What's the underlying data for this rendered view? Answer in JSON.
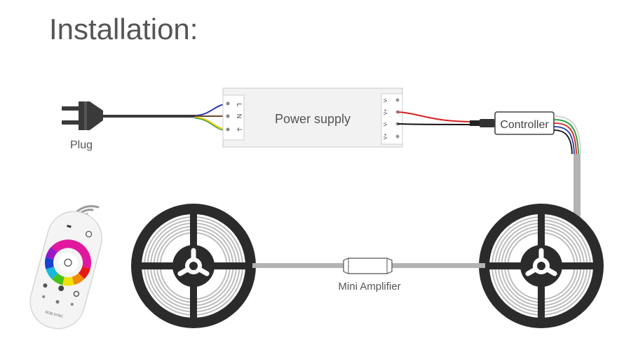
{
  "title": "Installation:",
  "labels": {
    "plug": "Plug",
    "power_supply": "Power supply",
    "controller": "Controller",
    "mini_amplifier": "Mini Amplifier"
  },
  "terminals": {
    "input": [
      "L",
      "N",
      "⏚"
    ],
    "output": [
      "V-",
      "V+",
      "V-",
      "V+"
    ]
  },
  "remote_text": "RGB SYNC",
  "colors": {
    "text": "#555555",
    "cable": "#b3b3b3",
    "reel": "#2b2b2b",
    "wire_red": "#d62020",
    "wire_black": "#111111",
    "wire_blue": "#2a3aa8",
    "wire_yellow": "#e8c800",
    "wire_green": "#1c9a2c"
  },
  "icons": [
    "plug-icon",
    "power-supply-icon",
    "controller-icon",
    "led-reel-icon",
    "amplifier-icon",
    "remote-icon",
    "wireless-signal-icon"
  ]
}
